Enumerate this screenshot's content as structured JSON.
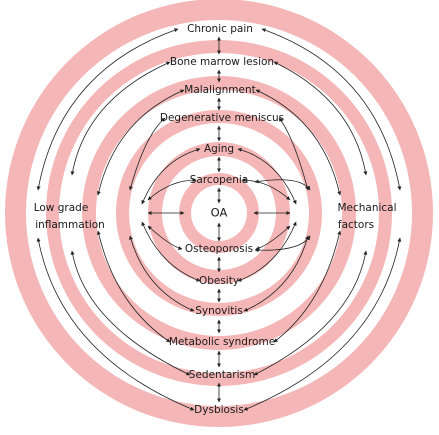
{
  "colors": {
    "ring_pink": "#f4b6b6",
    "ring_white": "#ffffff",
    "arrow": "#222222",
    "text": "#1a1a1a"
  },
  "diagram": {
    "center": "OA",
    "rings": [
      {
        "upper": "Sarcopenia",
        "lower": "Osteoporosis"
      },
      {
        "upper": "Aging",
        "lower": "Obesity"
      },
      {
        "upper": "Degenerative meniscus",
        "lower": "Synovitis"
      },
      {
        "upper": "Malalignment",
        "lower": "Metabolic syndrome"
      },
      {
        "upper": "Bone marrow lesion",
        "lower": "Sedentarism"
      },
      {
        "upper": "Chronic pain",
        "lower": "Dysbiosis"
      }
    ],
    "left_label": [
      "Low grade",
      "inflammation"
    ],
    "right_label": [
      "Mechanical",
      "factors"
    ]
  }
}
